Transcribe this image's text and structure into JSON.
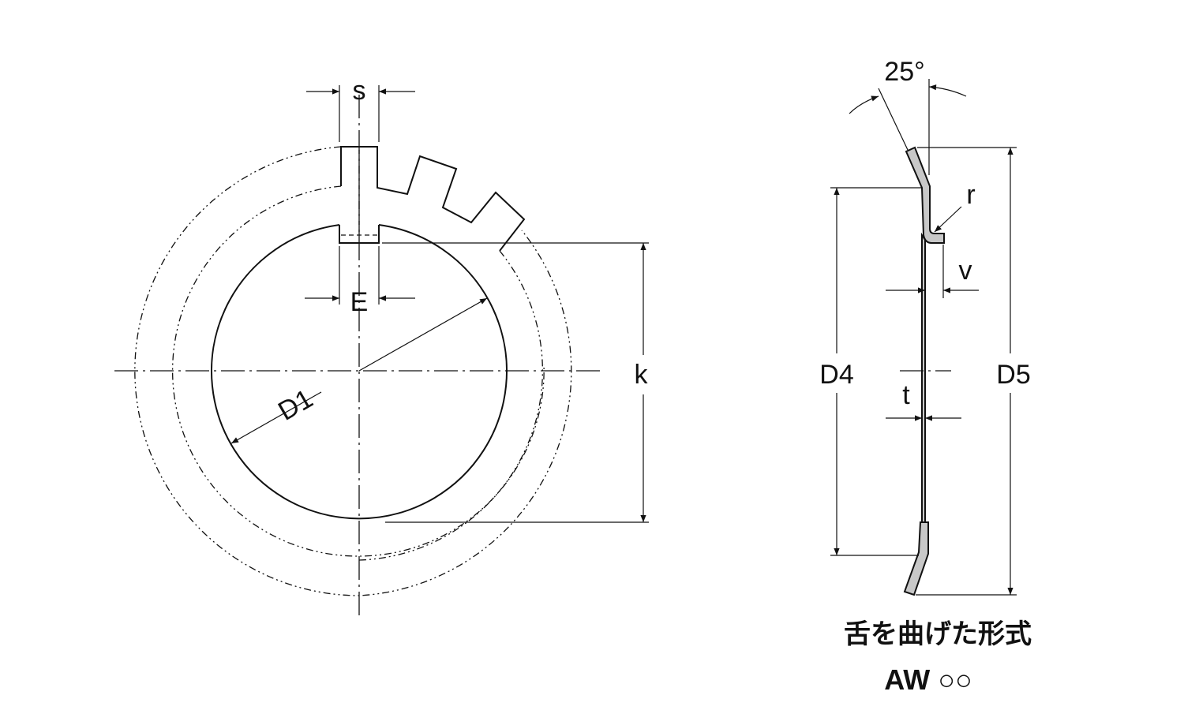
{
  "labels": {
    "s": "s",
    "e": "E",
    "d1": "D1",
    "k": "k",
    "angle": "25°",
    "r": "r",
    "v": "v",
    "d4": "D4",
    "t": "t",
    "d5": "D5"
  },
  "caption": {
    "line1": "舌を曲げた形式",
    "line2": "AW ○○"
  }
}
